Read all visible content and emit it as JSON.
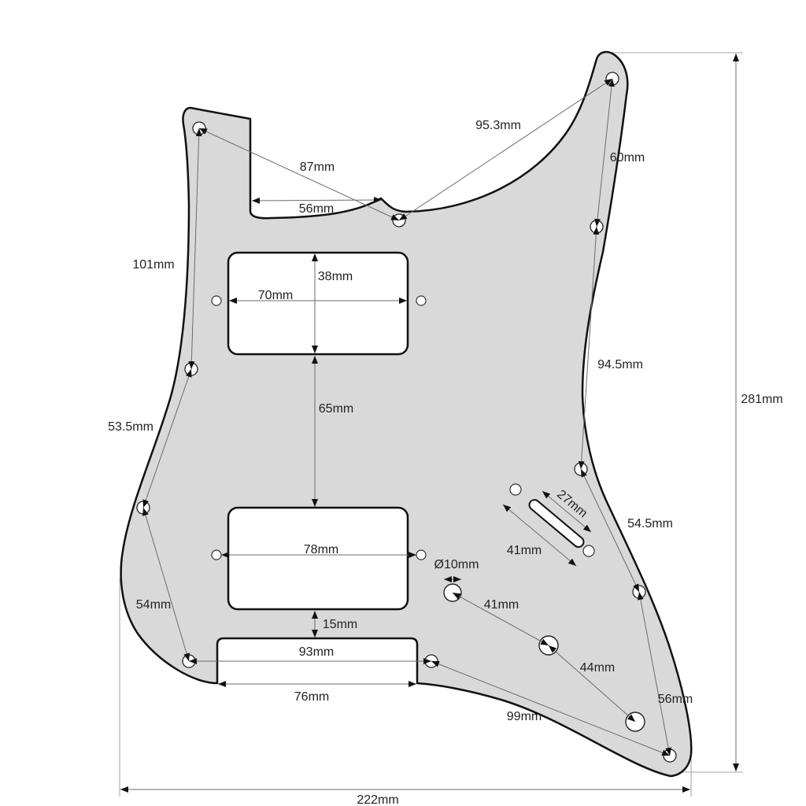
{
  "labels": {
    "d95_3": "95.3mm",
    "d87": "87mm",
    "d60": "60mm",
    "d56_notch": "56mm",
    "d101": "101mm",
    "d38": "38mm",
    "d70": "70mm",
    "d94_5": "94.5mm",
    "d281": "281mm",
    "d65": "65mm",
    "d53_5": "53.5mm",
    "d27": "27mm",
    "d54_5": "54.5mm",
    "d78": "78mm",
    "d41_switch": "41mm",
    "d10": "Ø10mm",
    "d41_pots": "41mm",
    "d54": "54mm",
    "d15": "15mm",
    "d93": "93mm",
    "d44": "44mm",
    "d76": "76mm",
    "d56_right": "56mm",
    "d99": "99mm",
    "d222": "222mm"
  },
  "colors": {
    "background": "#ffffff",
    "pickguard_fill": "#d9d9d9",
    "outline": "#111111",
    "dimension_line": "#6b6b6b",
    "text": "#222222"
  }
}
